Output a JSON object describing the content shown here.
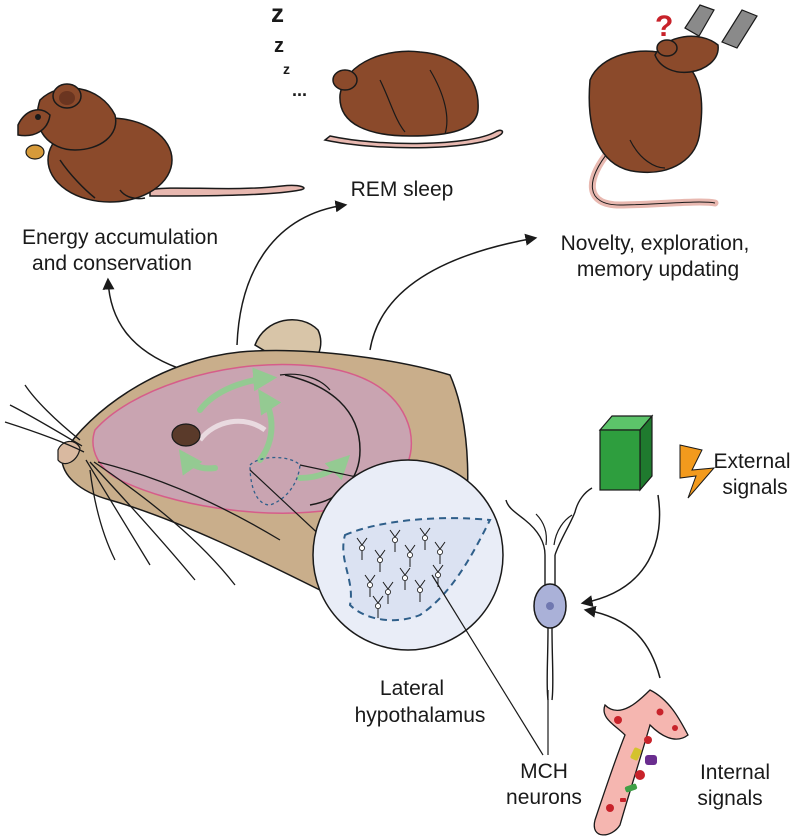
{
  "labels": {
    "energy_line1": "Energy accumulation",
    "energy_line2": "and conservation",
    "rem_sleep": "REM sleep",
    "novelty_line1": "Novelty, exploration,",
    "novelty_line2": "memory updating",
    "external_line1": "External",
    "external_line2": "signals",
    "lateral_line1": "Lateral",
    "lateral_line2": "hypothalamus",
    "mch_line1": "MCH",
    "mch_line2": "neurons",
    "internal_line1": "Internal",
    "internal_line2": "signals"
  },
  "sleep_marks": {
    "z1": "z",
    "z2": "z",
    "z3": "z",
    "dots": "...",
    "question": "?"
  },
  "icons": {
    "mouse_eating": "mouse-eating-icon",
    "mouse_sleeping": "mouse-sleeping-icon",
    "mouse_exploring": "mouse-exploring-icon",
    "mouse_head": "mouse-head-brain-icon",
    "magnifier": "lateral-hypothalamus-magnifier",
    "neuron": "mch-neuron-icon",
    "external_block": "green-block-icon",
    "lightning": "lightning-icon",
    "blood_vessel": "blood-vessel-icon"
  },
  "colors": {
    "mouse_fur": "#8b4a2b",
    "mouse_shadow": "#6b3520",
    "tail": "#e8b8b0",
    "head_skin": "#c9ae8b",
    "brain": "#c9a3b8",
    "brain_outline": "#d94f8a",
    "green_arrow": "#8fcf8f",
    "magnifier_fill": "#e9edf7",
    "dashed_region": "#2f5f8a",
    "neuron_body": "#aab1d8",
    "block_green": "#2e9e3e",
    "lightning": "#f29a1d",
    "vessel": "#f5b6b0",
    "blood_cell": "#c8222a"
  }
}
